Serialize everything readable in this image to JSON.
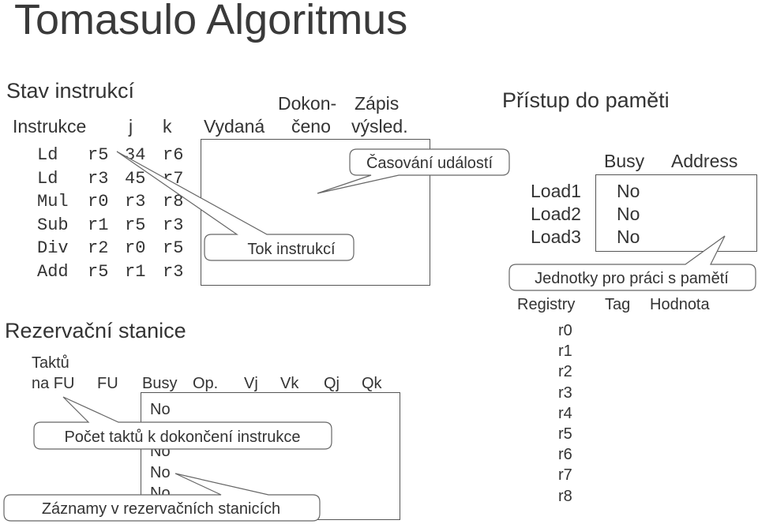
{
  "title": "Tomasulo Algoritmus",
  "instruction_status": {
    "heading": "Stav instrukcí",
    "headers": {
      "instrukce": "Instrukce",
      "j": "j",
      "k": "k",
      "vydana": "Vydaná",
      "dokonceno_top": "Dokon-",
      "dokonceno_bottom": "čeno",
      "zapis_top": "Zápis",
      "zapis_bottom": "výsled."
    },
    "rows": [
      {
        "op": "Ld",
        "reg": "r5",
        "j": "34",
        "k": "r6"
      },
      {
        "op": "Ld",
        "reg": "r3",
        "j": "45",
        "k": "r7"
      },
      {
        "op": "Mul",
        "reg": "r0",
        "j": "r3",
        "k": "r8"
      },
      {
        "op": "Sub",
        "reg": "r1",
        "j": "r5",
        "k": "r3"
      },
      {
        "op": "Div",
        "reg": "r2",
        "j": "r0",
        "k": "r5"
      },
      {
        "op": "Add",
        "reg": "r5",
        "j": "r1",
        "k": "r3"
      }
    ]
  },
  "memory_access": {
    "heading": "Přístup do paměti",
    "headers": {
      "busy": "Busy",
      "address": "Address"
    },
    "rows": [
      {
        "name": "Load1",
        "busy": "No"
      },
      {
        "name": "Load2",
        "busy": "No"
      },
      {
        "name": "Load3",
        "busy": "No"
      }
    ]
  },
  "reservation_stations": {
    "heading": "Rezervační stanice",
    "headers": {
      "taktu_top": "Taktů",
      "taktu_bottom": "na FU",
      "fu": "FU",
      "busy": "Busy",
      "op": "Op.",
      "vj": "Vj",
      "vk": "Vk",
      "qj": "Qj",
      "qk": "Qk"
    },
    "busy_values": [
      "No",
      "No",
      "No",
      "No",
      "No"
    ]
  },
  "registers": {
    "headers": {
      "registry": "Registry",
      "tag": "Tag",
      "hodnota": "Hodnota"
    },
    "names": [
      "r0",
      "r1",
      "r2",
      "r3",
      "r4",
      "r5",
      "r6",
      "r7",
      "r8"
    ]
  },
  "callouts": {
    "casovani": "Časování událostí",
    "tok": "Tok instrukcí",
    "jednotky": "Jednotky pro práci s pamětí",
    "pocet": "Počet taktů k dokončení instrukce",
    "zaznamy": "Záznamy v rezervačních stanicích"
  }
}
